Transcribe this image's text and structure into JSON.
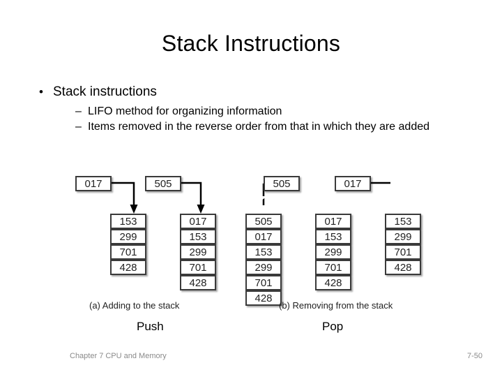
{
  "slide": {
    "title": "Stack Instructions",
    "bullets": {
      "level1": "Stack instructions",
      "level1_marker": "•",
      "level2_marker": "–",
      "level2": [
        "LIFO method for organizing information",
        "Items removed in the reverse order from that in which they are added"
      ]
    },
    "figure": {
      "push_label": "Push",
      "pop_label": "Pop",
      "caption_a": "(a) Adding to the stack",
      "caption_b": "(b) Removing from the stack",
      "incoming_a": "017",
      "incoming_b": "505",
      "outgoing_b": "017",
      "stack_a_before": [
        "153",
        "299",
        "701",
        "428"
      ],
      "stack_a_after": [
        "017",
        "153",
        "299",
        "701",
        "428"
      ],
      "stack_b_before": [
        "505",
        "017",
        "153",
        "299",
        "701",
        "428"
      ],
      "stack_b_mid": [
        "017",
        "153",
        "299",
        "701",
        "428"
      ],
      "stack_b_after": [
        "153",
        "299",
        "701",
        "428"
      ]
    },
    "footer": {
      "left": "Chapter 7 CPU and Memory",
      "right": "7-50"
    }
  }
}
